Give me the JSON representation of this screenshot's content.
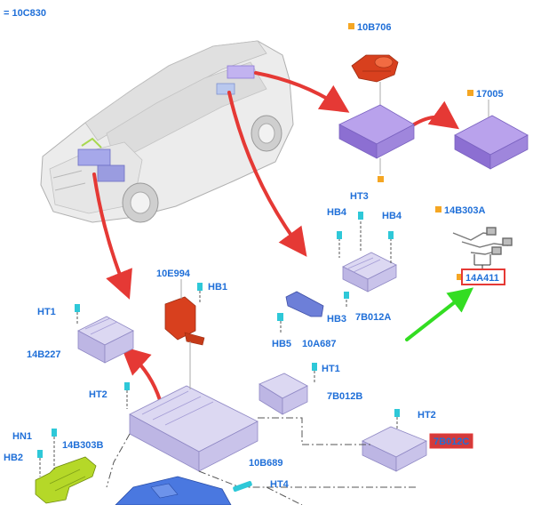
{
  "diagram": {
    "header_label": "= 10C830",
    "colors": {
      "callout_blue": "#1f6fd8",
      "arrow_red": "#e53935",
      "arrow_green": "#33dd22",
      "marker_orange": "#f5a623",
      "fastener_cyan": "#2ec8d8",
      "module_purple": "#9a78d6",
      "harness_red": "#d8401e",
      "bracket_green": "#b5d828",
      "part_lavender": "#c9c3ea",
      "bar_blue": "#4a78e0",
      "highlight_box": "#e53935",
      "highlight_fill": "#d43a3a"
    },
    "callouts": {
      "c10b706": "10B706",
      "c17005": "17005",
      "c14b303a": "14B303A",
      "c14a411": "14A411",
      "cht3": "HT3",
      "chb4a": "HB4",
      "chb4b": "HB4",
      "chb3": "HB3",
      "c7b012a": "7B012A",
      "chb5": "HB5",
      "c10a687": "10A687",
      "c10e994": "10E994",
      "chb1": "HB1",
      "cht1a": "HT1",
      "c14b227": "14B227",
      "cht1b": "HT1",
      "c7b012b": "7B012B",
      "cht2a": "HT2",
      "cht2b": "HT2",
      "chn1": "HN1",
      "chb2": "HB2",
      "c14b303b": "14B303B",
      "c10b689": "10B689",
      "cht4": "HT4",
      "c7b012c": "7B012C"
    }
  }
}
